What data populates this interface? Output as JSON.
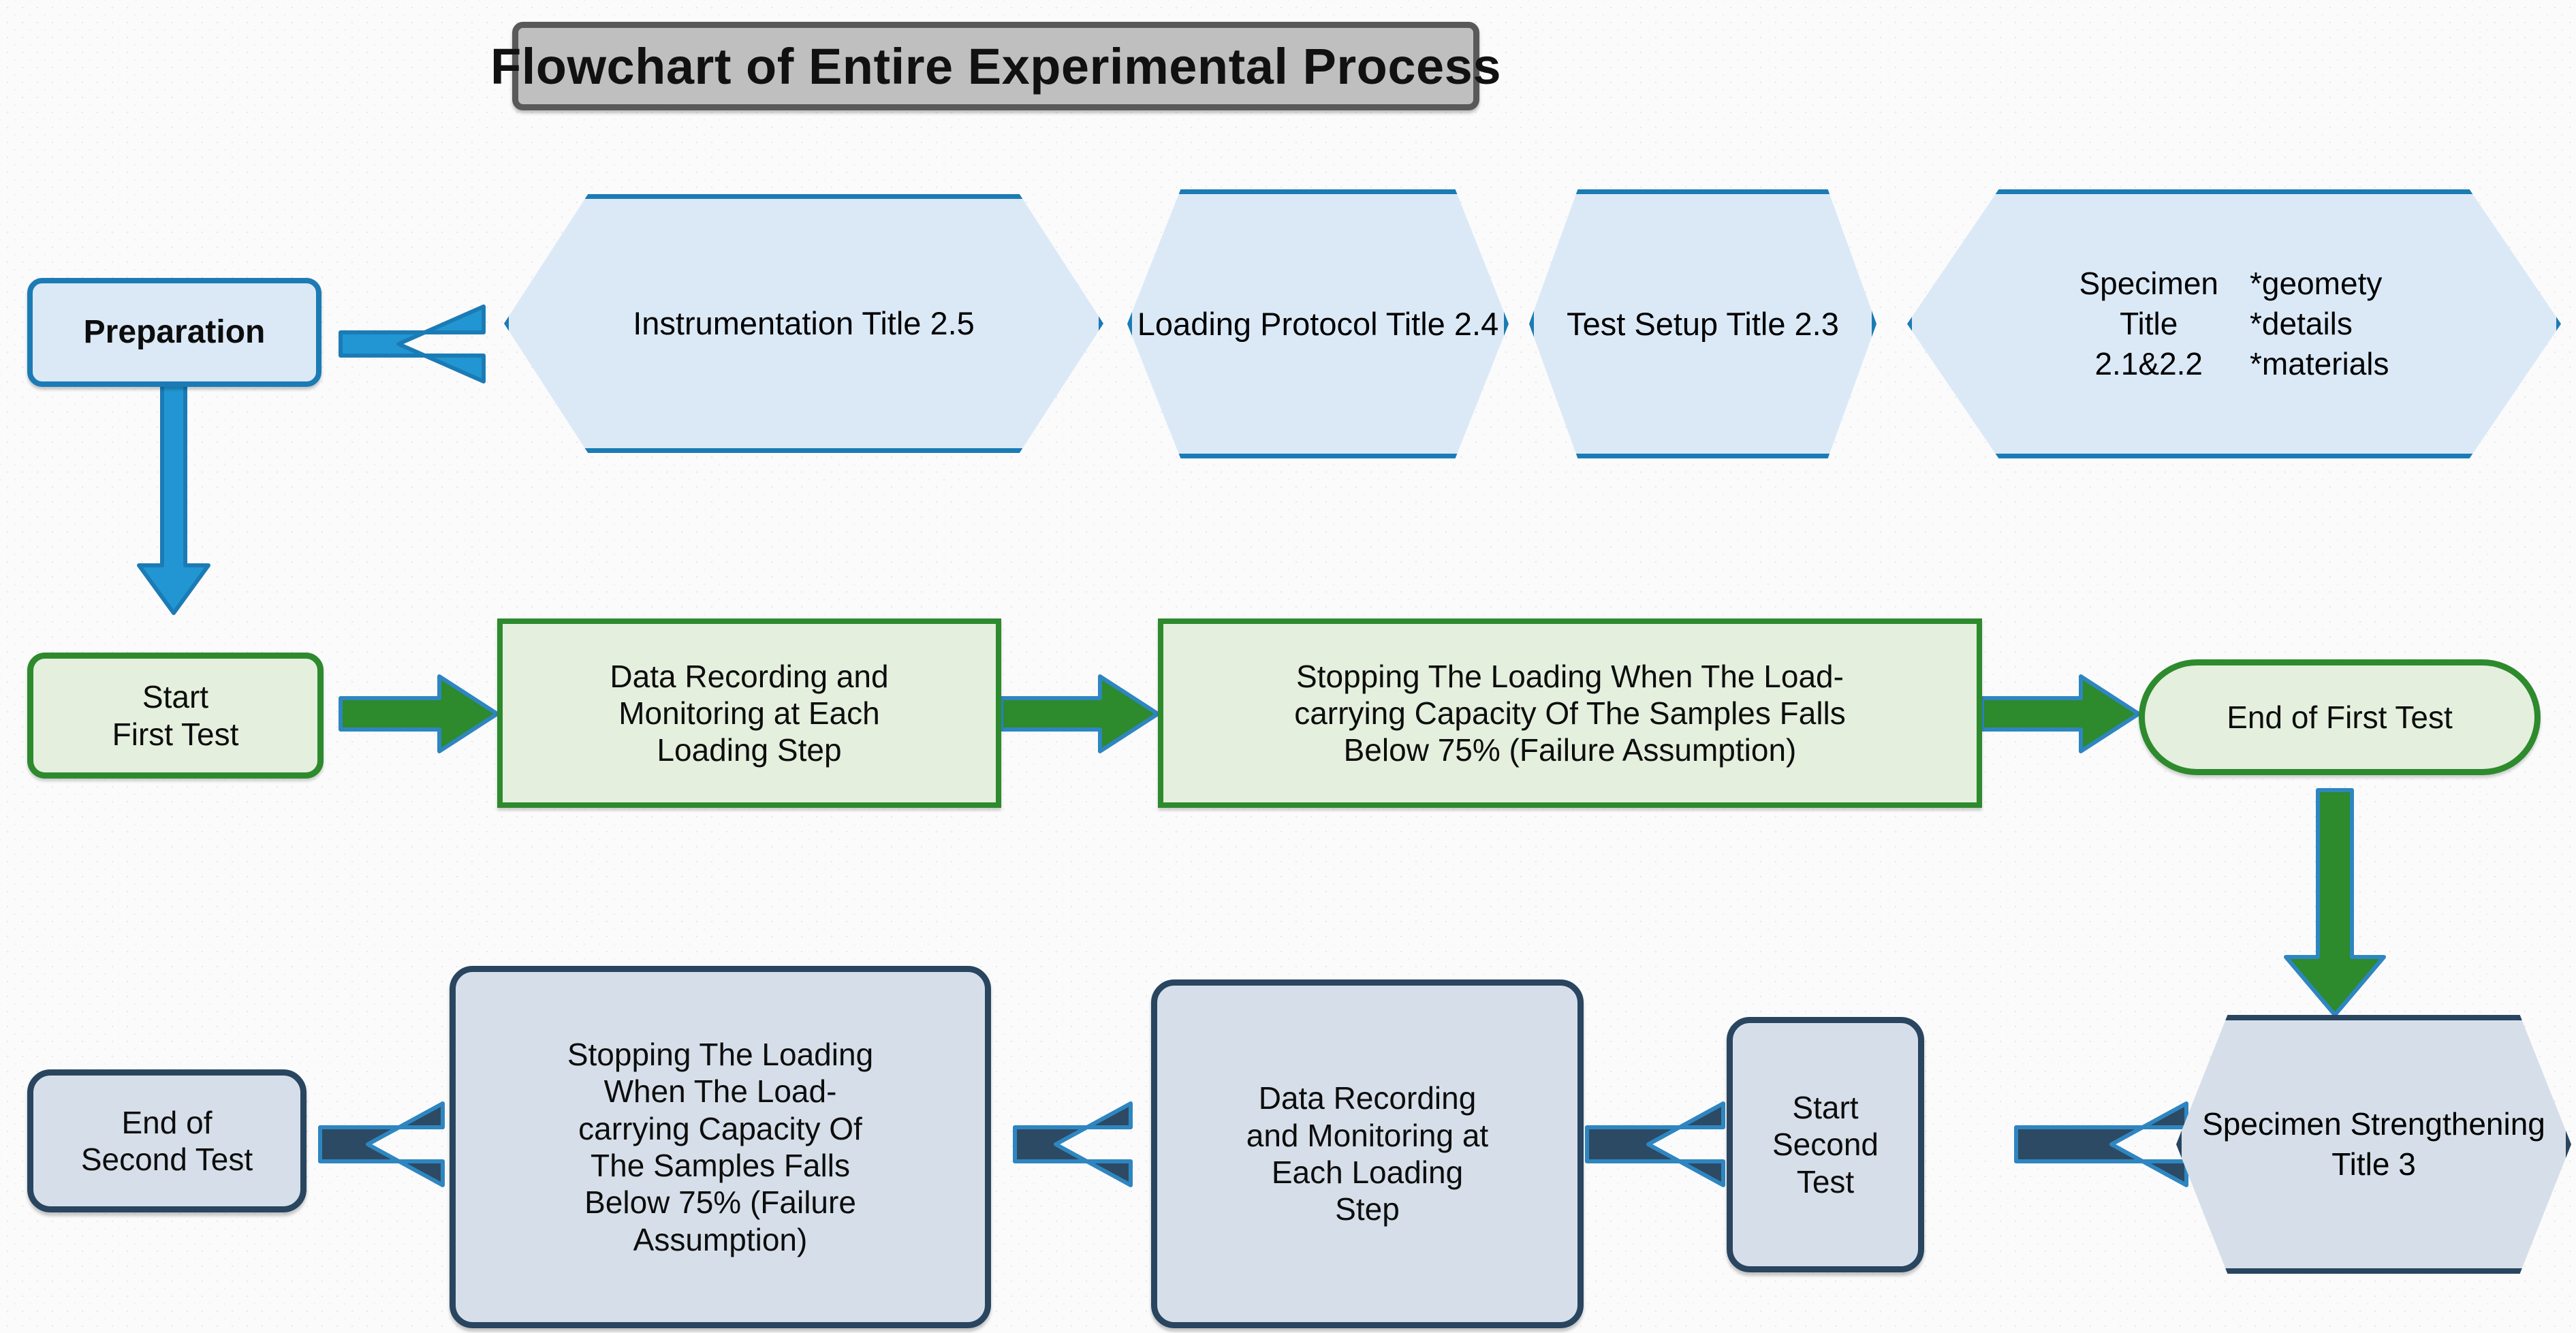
{
  "title": {
    "text": "Flowchart of Entire Experimental Process"
  },
  "colors": {
    "blue_border": "#1b7bb5",
    "blue_fill": "#dbe9f7",
    "blue_arrow": "#2196d3",
    "green_border": "#2d8a2d",
    "green_fill": "#e4efdd",
    "green_arrow": "#2d8a2d",
    "dark_border": "#29455f",
    "dark_fill": "#d6dfe9",
    "dark_arrow": "#2c4a63",
    "banner_fill": "#bfbfbf",
    "banner_border": "#595959"
  },
  "row_preparation": {
    "preparation": {
      "label": "Preparation"
    },
    "instrumentation": {
      "heading": "Instrumentation",
      "subtitle": "Title 2.5"
    },
    "loading_protocol": {
      "heading_line1": "Loading",
      "heading_line2": "Protocol",
      "subtitle": "Title 2.4"
    },
    "test_setup": {
      "heading_line1": "Test",
      "heading_line2": "Setup",
      "subtitle": "Title 2.3"
    },
    "specimen": {
      "heading": "Specimen",
      "subtitle_line1": "Title",
      "subtitle_line2": "2.1&2.2",
      "bullets": [
        "*geomety",
        "*details",
        "*materials"
      ]
    }
  },
  "row_first_test": {
    "start": {
      "line1": "Start",
      "line2": "First Test"
    },
    "data_recording": {
      "line1": "Data Recording and",
      "line2": "Monitoring at Each",
      "line3": "Loading Step"
    },
    "stopping": {
      "line1": "Stopping The Loading When The Load-",
      "line2": "carrying Capacity Of The Samples Falls",
      "line3": "Below 75% (Failure Assumption)"
    },
    "end": {
      "label": "End of First Test"
    }
  },
  "row_second_test": {
    "specimen_strengthening": {
      "heading_line1": "Specimen",
      "heading_line2": "Strengthening",
      "subtitle": "Title 3"
    },
    "start": {
      "line1": "Start",
      "line2": "Second",
      "line3": "Test"
    },
    "data_recording": {
      "line1": "Data Recording",
      "line2": "and Monitoring at",
      "line3": "Each Loading",
      "line4": "Step"
    },
    "stopping": {
      "line1": "Stopping The Loading",
      "line2": "When The Load-",
      "line3": "carrying Capacity Of",
      "line4": "The Samples Falls",
      "line5": "Below 75% (Failure",
      "line6": "Assumption)"
    },
    "end": {
      "line1": "End of",
      "line2": "Second Test"
    }
  }
}
